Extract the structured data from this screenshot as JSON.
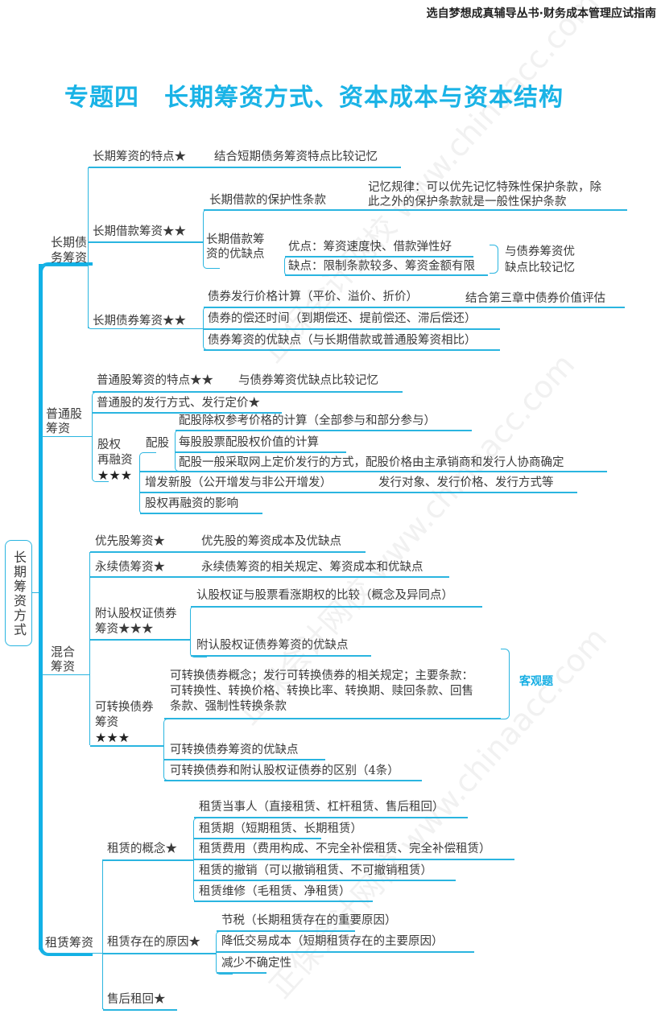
{
  "header": {
    "series": "选自梦想成真辅导丛书·财务成本管理应试指南"
  },
  "title": "专题四　长期筹资方式、资本成本与资本结构",
  "root": {
    "label": "长期筹资方式"
  },
  "accent_color": "#1ab3e6",
  "sections": {
    "debt": {
      "label": "长期债务筹资",
      "items": {
        "feature": {
          "label": "长期筹资的特点★",
          "note": "结合短期债务筹资特点比较记忆"
        },
        "loan": {
          "label": "长期借款筹资★★",
          "covenant": {
            "label": "长期借款的保护性条款",
            "note_line1": "记忆规律：可以优先记忆特殊性保护条款，除",
            "note_line2": "此之外的保护条款就是一般性保护条款"
          },
          "proscons": {
            "label_line1": "长期借款筹",
            "label_line2": "资的优缺点",
            "pros": "优点：筹资速度快、借款弹性好",
            "cons": "缺点：限制条款较多、筹资金额有限",
            "note_line1": "与债券筹资优",
            "note_line2": "缺点比较记忆"
          }
        },
        "bond": {
          "label": "长期债券筹资★★",
          "price": "债券发行价格计算（平价、溢价、折价）",
          "price_note": "结合第三章中债券价值评估",
          "repay": "债券的偿还时间（到期偿还、提前偿还、滞后偿还）",
          "proscons": "债券筹资的优缺点（与长期借款或普通股筹资相比）"
        }
      }
    },
    "equity": {
      "label_line1": "普通股",
      "label_line2": "筹资",
      "feature": {
        "label": "普通股筹资的特点★★",
        "note": "与债券筹资优缺点比较记忆"
      },
      "issue": "普通股的发行方式、发行定价★",
      "refinance": {
        "label_line1": "股权",
        "label_line2": "再融资",
        "stars": "★★★",
        "rights": {
          "label": "配股",
          "items": [
            "配股除权参考价格的计算（全部参与和部分参与）",
            "每股股票配股权价值的计算",
            "配股一般采取网上定价发行的方式，配股价格由主承销商和发行人协商确定"
          ]
        },
        "seo": {
          "label": "增发新股（公开增发与非公开增发）",
          "note": "发行对象、发行价格、发行方式等"
        },
        "impact": "股权再融资的影响"
      }
    },
    "hybrid": {
      "label_line1": "混合",
      "label_line2": "筹资",
      "preferred": {
        "label": "优先股筹资★",
        "note": "优先股的筹资成本及优缺点"
      },
      "perpetual": {
        "label": "永续债筹资★",
        "note": "永续债筹资的相关规定、筹资成本和优缺点"
      },
      "warrant": {
        "label_line1": "附认股权证债券",
        "label_line2": "筹资★★★",
        "items": [
          "认股权证与股票看涨期权的比较（概念及异同点）",
          "附认股权证债券筹资的优缺点"
        ]
      },
      "convertible": {
        "label_line1": "可转换债券",
        "label_line2": "筹资",
        "stars": "★★★",
        "concept_line1": "可转换债券概念；发行可转换债券的相关规定；主要条款：",
        "concept_line2": "可转换性、转换价格、转换比率、转换期、赎回条款、回售",
        "concept_line3": "条款、强制性转换条款",
        "tag": "客观题",
        "proscons": "可转换债券筹资的优缺点",
        "diff": "可转换债券和附认股权证债券的区别（4条）"
      }
    },
    "lease": {
      "label": "租赁筹资",
      "concept": {
        "label": "租赁的概念★",
        "items": [
          "租赁当事人（直接租赁、杠杆租赁、售后租回）",
          "租赁期（短期租赁、长期租赁）",
          "租赁费用（费用构成、不完全补偿租赁、完全补偿租赁）",
          "租赁的撤销（可以撤销租赁、不可撤销租赁）",
          "租赁维修（毛租赁、净租赁）"
        ]
      },
      "reasons": {
        "label": "租赁存在的原因★",
        "items": [
          "节税（长期租赁存在的重要原因）",
          "降低交易成本（短期租赁存在的主要原因）",
          "减少不确定性"
        ]
      },
      "saleback": {
        "label": "售后租回★"
      }
    }
  }
}
